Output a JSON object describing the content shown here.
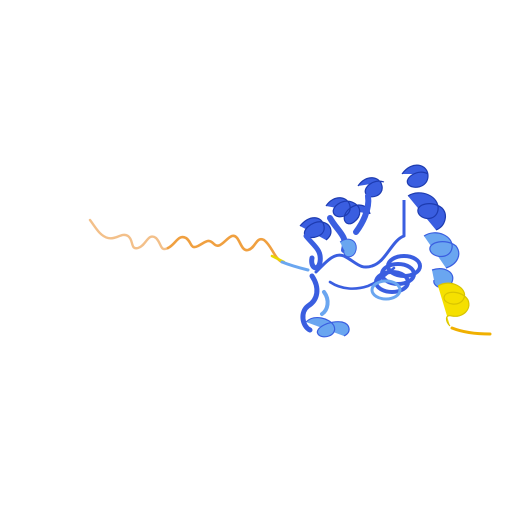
{
  "scene": {
    "background": "#ffffff",
    "subject": "protein-ribbon-structure"
  },
  "colors": {
    "very_high_confidence": "#3a5ee0",
    "confident": "#6aa6f0",
    "low_confidence": "#f5e000",
    "very_low_confidence": "#f0a040",
    "tail_light": "#f3c08a",
    "helix_edge": "#1d3bb0"
  },
  "structure": {
    "n_terminal_tail": "disordered-coil",
    "core": "helical-bundle",
    "c_terminal": "short-helix"
  }
}
